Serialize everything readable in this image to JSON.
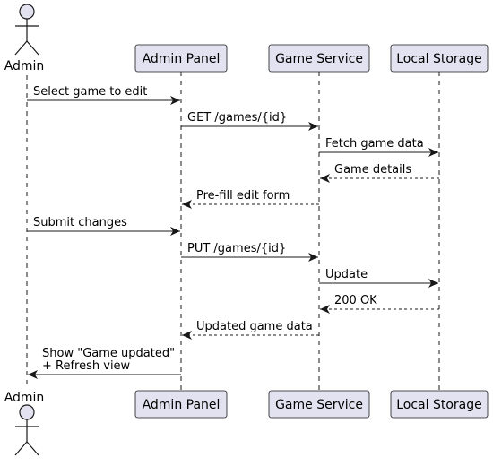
{
  "colors": {
    "box_fill": "#E2E2F0",
    "box_stroke": "#181818",
    "lifeline": "#181818",
    "arrow": "#181818",
    "text": "#000000"
  },
  "participants": [
    {
      "id": "admin",
      "label": "Admin",
      "kind": "actor"
    },
    {
      "id": "panel",
      "label": "Admin Panel",
      "kind": "participant"
    },
    {
      "id": "service",
      "label": "Game Service",
      "kind": "participant"
    },
    {
      "id": "storage",
      "label": "Local Storage",
      "kind": "participant"
    }
  ],
  "messages": [
    {
      "from": "admin",
      "to": "panel",
      "lines": [
        "Select game to edit"
      ],
      "dashed": false
    },
    {
      "from": "panel",
      "to": "service",
      "lines": [
        "GET /games/{id}"
      ],
      "dashed": false
    },
    {
      "from": "service",
      "to": "storage",
      "lines": [
        "Fetch game data"
      ],
      "dashed": false
    },
    {
      "from": "storage",
      "to": "service",
      "lines": [
        "Game details"
      ],
      "dashed": true
    },
    {
      "from": "service",
      "to": "panel",
      "lines": [
        "Pre-fill edit form"
      ],
      "dashed": true
    },
    {
      "from": "admin",
      "to": "panel",
      "lines": [
        "Submit changes"
      ],
      "dashed": false
    },
    {
      "from": "panel",
      "to": "service",
      "lines": [
        "PUT /games/{id}"
      ],
      "dashed": false
    },
    {
      "from": "service",
      "to": "storage",
      "lines": [
        "Update"
      ],
      "dashed": false
    },
    {
      "from": "storage",
      "to": "service",
      "lines": [
        "200 OK"
      ],
      "dashed": true
    },
    {
      "from": "service",
      "to": "panel",
      "lines": [
        "Updated game data"
      ],
      "dashed": true
    },
    {
      "from": "panel",
      "to": "admin",
      "lines": [
        "Show \"Game updated\"",
        "+ Refresh view"
      ],
      "dashed": false
    }
  ]
}
